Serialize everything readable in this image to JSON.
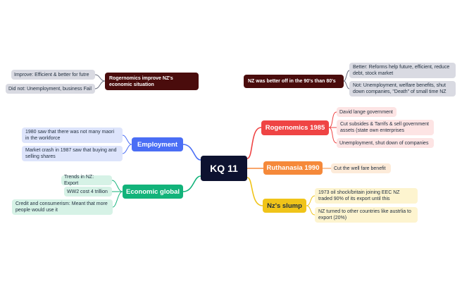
{
  "central": {
    "label": "KQ 11"
  },
  "branches": {
    "rogernomics": {
      "label": "Rogernomics 1985",
      "color": "#ef4444",
      "children": [
        "David lange government",
        "Cut subsides & Tarrifs & sell government assets (state own enterprises",
        "Unemployment, shut down of companies"
      ]
    },
    "ruthanasia": {
      "label": "Ruthanasia 1990",
      "color": "#f5893a",
      "children": [
        "Cut the well fare benefit"
      ]
    },
    "slump": {
      "label": "Nz's slump",
      "color": "#f0c419",
      "children": [
        "1973 oil shock/britain joining EEC NZ traded 90% of its export until this",
        "NZ turned to other countries like austrlia to export (20%)"
      ]
    },
    "employment": {
      "label": "Employment",
      "color": "#4a6ef5",
      "children": [
        "1980 saw that there was not many maori in the workforce",
        "Market crash in 1987 saw that buying and selling shares"
      ]
    },
    "economic": {
      "label": "Economic global",
      "color": "#12b37a",
      "children": [
        "Trends in NZ: Export",
        "WW2 cost 4 trillion",
        "Credit and consumerism: Meant that more people would use it"
      ]
    }
  },
  "floating": {
    "rogernomics_improve": {
      "label": "Rogernomics improve NZ's economic situation",
      "color": "#4a0c0c",
      "children": [
        "Improve: Efficient & better for futre",
        "Did not: Unemployment, business Fail"
      ]
    },
    "better_off": {
      "label": "NZ was better off in the 90's than 80's",
      "color": "#4a0c0c",
      "children": [
        "Better: Reforms help future, efficient, reduce debt, stock market",
        "Not: Unemployment, welfare benefits, shut down companies, \"Death\" of small time NZ"
      ]
    }
  }
}
